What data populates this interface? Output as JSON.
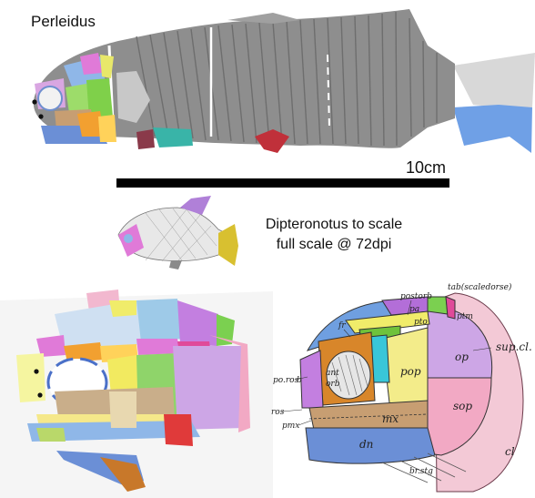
{
  "fish_name": "Perleidus",
  "scale_bar_label": "10cm",
  "comparison_caption": {
    "line1": "Dipteronotus to scale",
    "line2": "full scale @ 72dpi"
  },
  "skull_labels": {
    "fr": "fr",
    "postorb": "postorb",
    "pa": "pa",
    "tab": "tab(scaledorse)",
    "ptm": "ptm",
    "pto": "pto",
    "supcl": "sup.cl.",
    "op": "op",
    "pop": "pop",
    "sop": "sop",
    "cl": "cl",
    "poros": "po.ros",
    "ant_orb": "ant",
    "orb": "orb",
    "ros": "ros",
    "pmx": "pmx",
    "mx": "mx",
    "dn": "dn",
    "brstg": "br.stg",
    "b": "b"
  },
  "colors": {
    "fish_body": "#8a8a8a",
    "tail_fin": "#6fa0e6",
    "scale_bar": "#000000",
    "op": "#cda6e6",
    "sop": "#f2a9c4",
    "pop": "#f3ec8a",
    "mx": "#c79e72",
    "dn": "#6b8fd6",
    "fr": "#6f9fe0",
    "pa": "#b36ed8",
    "pto": "#6fc23b"
  }
}
